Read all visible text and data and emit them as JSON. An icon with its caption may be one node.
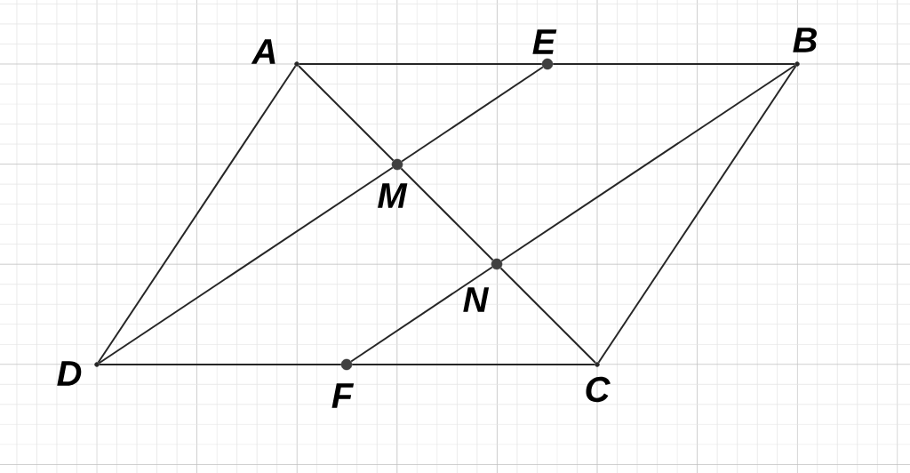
{
  "diagram": {
    "nodes": [
      {
        "text": [
          "A"
        ]
      },
      {
        "text": [
          "E"
        ]
      },
      {
        "text": [
          "B"
        ]
      },
      {
        "text": [
          "M"
        ]
      },
      {
        "text": [
          "N"
        ]
      },
      {
        "text": [
          "D"
        ]
      },
      {
        "text": [
          "F"
        ]
      },
      {
        "text": [
          "C"
        ]
      }
    ],
    "edges": [
      {
        "from": 0,
        "to": 1,
        "arrow": "none"
      },
      {
        "from": 1,
        "to": 2,
        "arrow": "none"
      },
      {
        "from": 0,
        "to": 5,
        "arrow": "none"
      },
      {
        "from": 2,
        "to": 7,
        "arrow": "none"
      },
      {
        "from": 5,
        "to": 6,
        "arrow": "none"
      },
      {
        "from": 6,
        "to": 7,
        "arrow": "none"
      },
      {
        "from": 0,
        "to": 3,
        "arrow": "none"
      },
      {
        "from": 3,
        "to": 4,
        "arrow": "none"
      },
      {
        "from": 4,
        "to": 7,
        "arrow": "none"
      },
      {
        "from": 5,
        "to": 3,
        "arrow": "none"
      },
      {
        "from": 3,
        "to": 1,
        "arrow": "none"
      },
      {
        "from": 6,
        "to": 4,
        "arrow": "none"
      },
      {
        "from": 4,
        "to": 2,
        "arrow": "none"
      }
    ]
  }
}
